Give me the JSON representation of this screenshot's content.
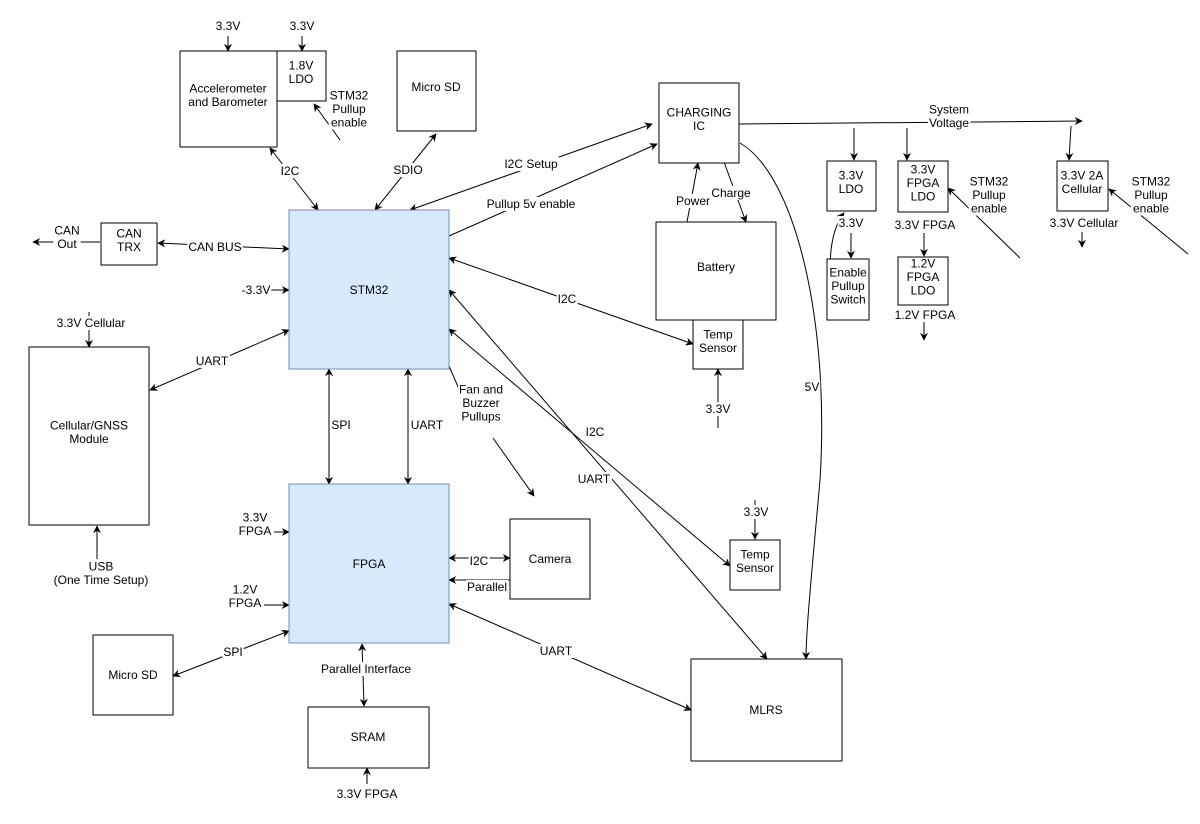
{
  "colors": {
    "mcu_fill": "#dae8fc",
    "mcu_stroke": "#6c8ebf",
    "line": "#000000",
    "box_fill": "#ffffff"
  },
  "blocks": {
    "accel": "Accelerometer\nand Barometer",
    "ldo18": "1.8V\nLDO",
    "microsd_top": "Micro SD",
    "charging_ic": "CHARGING\nIC",
    "battery": "Battery",
    "temp1": "Temp\nSensor",
    "ldo33": "3.3V\nLDO",
    "fpga_ldo33": "3.3V\nFPGA\nLDO",
    "fpga_ldo12": "1.2V\nFPGA\nLDO",
    "pullup_switch": "Enable\nPullup\nSwitch",
    "cellular_ldo": "3.3V 2A\nCellular",
    "can_trx": "CAN\nTRX",
    "stm32": "STM32",
    "cellular_module": "Cellular/GNSS\nModule",
    "fpga": "FPGA",
    "camera": "Camera",
    "temp2": "Temp\nSensor",
    "microsd_bottom": "Micro SD",
    "sram": "SRAM",
    "mlrs": "MLRS"
  },
  "labels": {
    "v33_a": "3.3V",
    "v33_b": "3.3V",
    "stm32_pullup_1": "STM32\nPullup\nenable",
    "i2c_accel": "I2C",
    "sdio": "SDIO",
    "i2c_setup": "I2C Setup",
    "pullup_5v": "Pullup 5v enable",
    "system_voltage": "System\nVoltage",
    "power": "Power",
    "charge": "Charge",
    "ldo_out_33": "3.3V",
    "fpga_33": "3.3V FPGA",
    "stm32_pullup_2": "STM32\nPullup\nenable",
    "fpga_12": "1.2V FPGA",
    "cellular_33": "3.3V Cellular",
    "stm32_pullup_3": "STM32\nPullup\nenable",
    "can_out": "CAN\nOut",
    "can_bus": "CAN BUS",
    "v33_neg": "-3.3V",
    "cellular_in": "3.3V Cellular",
    "uart_cell": "UART",
    "i2c_temp1": "I2C",
    "v33_temp1": "3.3V",
    "spi_mid": "SPI",
    "uart_mid": "UART",
    "fan_buzzer": "Fan and\nBuzzer\nPullups",
    "i2c_temp2": "I2C",
    "uart_mlrs_top": "UART",
    "v5": "5V",
    "usb": "USB\n(One Time Setup)",
    "fpga_in_33": "3.3V\nFPGA",
    "fpga_in_12": "1.2V\nFPGA",
    "i2c_cam": "I2C",
    "parallel": "Parallel",
    "v33_temp2": "3.3V",
    "spi_sd": "SPI",
    "parallel_iface": "Parallel Interface",
    "uart_mlrs_bottom": "UART",
    "sram_in": "3.3V FPGA"
  }
}
